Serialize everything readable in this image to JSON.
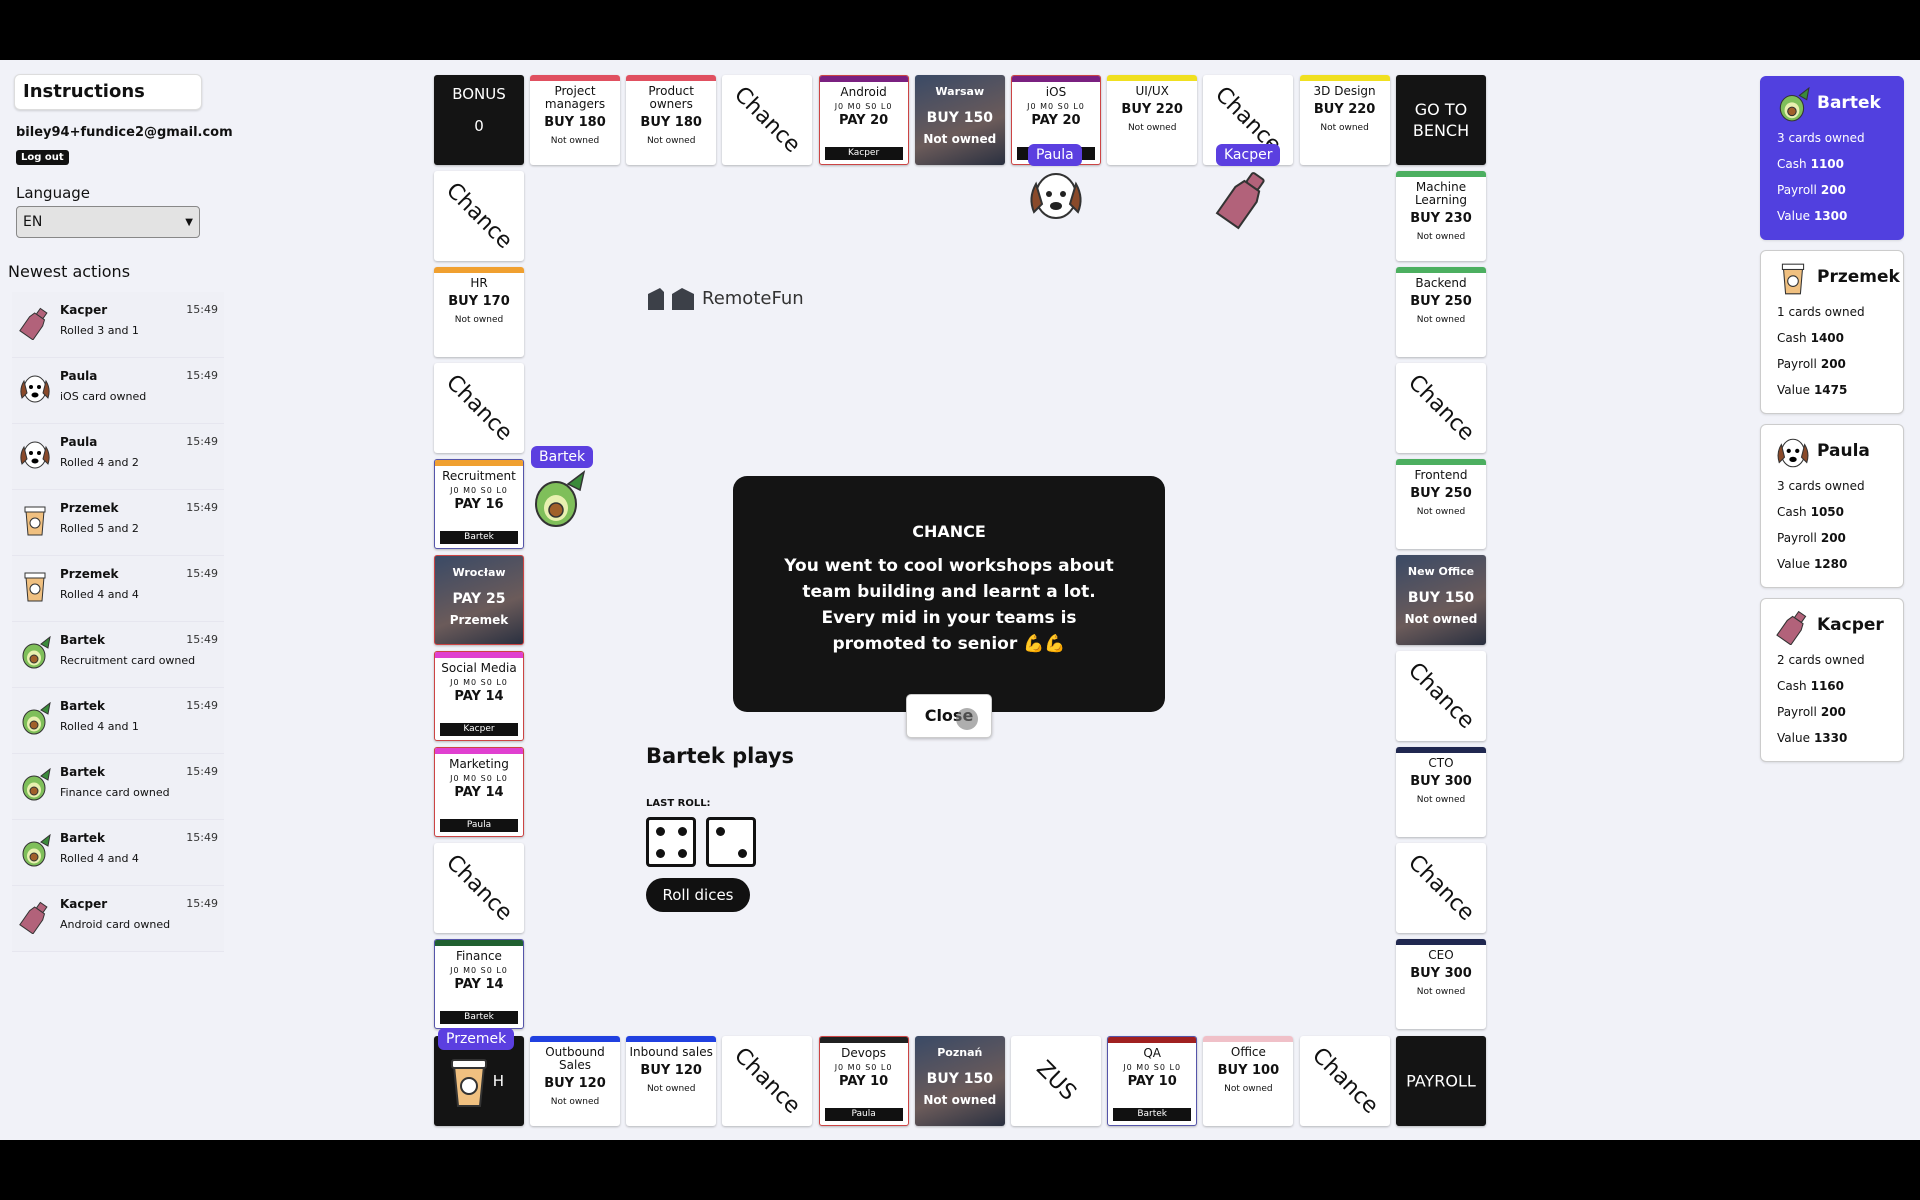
{
  "sidebar": {
    "instructions_label": "Instructions",
    "email": "biley94+fundice2@gmail.com",
    "logout_label": "Log out",
    "language_label": "Language",
    "language_value": "EN",
    "newest_actions_label": "Newest actions",
    "actions": [
      {
        "player": "Kacper",
        "time": "15:49",
        "text": "Rolled 3 and 1",
        "avatar": "bottle-icon"
      },
      {
        "player": "Paula",
        "time": "15:49",
        "text": "iOS card owned",
        "avatar": "dog-icon"
      },
      {
        "player": "Paula",
        "time": "15:49",
        "text": "Rolled 4 and 2",
        "avatar": "dog-icon"
      },
      {
        "player": "Przemek",
        "time": "15:49",
        "text": "Rolled 5 and 2",
        "avatar": "coffee-icon"
      },
      {
        "player": "Przemek",
        "time": "15:49",
        "text": "Rolled 4 and 4",
        "avatar": "coffee-icon"
      },
      {
        "player": "Bartek",
        "time": "15:49",
        "text": "Recruitment card owned",
        "avatar": "avocado-icon"
      },
      {
        "player": "Bartek",
        "time": "15:49",
        "text": "Rolled 4 and 1",
        "avatar": "avocado-icon"
      },
      {
        "player": "Bartek",
        "time": "15:49",
        "text": "Finance card owned",
        "avatar": "avocado-icon"
      },
      {
        "player": "Bartek",
        "time": "15:49",
        "text": "Rolled 4 and 4",
        "avatar": "avocado-icon"
      },
      {
        "player": "Kacper",
        "time": "15:49",
        "text": "Android card owned",
        "avatar": "bottle-icon"
      }
    ]
  },
  "board": {
    "bonus_label": "BONUS",
    "bonus_value": "0",
    "go_to_bench": "GO TO BENCH",
    "payroll": "PAYROLL",
    "chance": "Chance",
    "zus": "ZUS",
    "logo_text": "RemoteFun",
    "levels": "J0 M0 S0 L0",
    "top": [
      {
        "name": "Project managers",
        "price": "BUY 180",
        "owner": "Not owned",
        "color": "#e05060"
      },
      {
        "name": "Product owners",
        "price": "BUY 180",
        "owner": "Not owned",
        "color": "#e05060"
      },
      {
        "name": "Android",
        "price": "PAY 20",
        "owner": "Kacper",
        "color": "#7a2080"
      },
      {
        "name": "Warsaw",
        "price": "BUY 150",
        "owner": "Not owned"
      },
      {
        "name": "iOS",
        "price": "PAY 20",
        "owner": "Paula",
        "color": "#7a2080"
      },
      {
        "name": "UI/UX",
        "price": "BUY 220",
        "owner": "Not owned",
        "color": "#f0e020"
      },
      {
        "name": "3D Design",
        "price": "BUY 220",
        "owner": "Not owned",
        "color": "#f0e020"
      }
    ],
    "right": [
      {
        "name": "Machine Learning",
        "price": "BUY 230",
        "owner": "Not owned",
        "color": "#4caf60"
      },
      {
        "name": "Backend",
        "price": "BUY 250",
        "owner": "Not owned",
        "color": "#4caf60"
      },
      {
        "name": "Frontend",
        "price": "BUY 250",
        "owner": "Not owned",
        "color": "#4caf60"
      },
      {
        "name": "New Office",
        "price": "BUY 150",
        "owner": "Not owned"
      },
      {
        "name": "CTO",
        "price": "BUY 300",
        "owner": "Not owned",
        "color": "#202850"
      },
      {
        "name": "CEO",
        "price": "BUY 300",
        "owner": "Not owned",
        "color": "#202850"
      }
    ],
    "left": [
      {
        "name": "HR",
        "price": "BUY 170",
        "owner": "Not owned",
        "color": "#f0a030"
      },
      {
        "name": "Recruitment",
        "price": "PAY 16",
        "owner": "Bartek",
        "color": "#f0a030"
      },
      {
        "name": "Wrocław",
        "price": "PAY 25",
        "owner": "Przemek"
      },
      {
        "name": "Social Media",
        "price": "PAY 14",
        "owner": "Kacper",
        "color": "#e040d0"
      },
      {
        "name": "Marketing",
        "price": "PAY 14",
        "owner": "Paula",
        "color": "#e040d0"
      },
      {
        "name": "Finance",
        "price": "PAY 14",
        "owner": "Bartek",
        "color": "#206030"
      }
    ],
    "bottom": [
      {
        "name": "Outbound Sales",
        "price": "BUY 120",
        "owner": "Not owned",
        "color": "#2040e0"
      },
      {
        "name": "Inbound sales",
        "price": "BUY 120",
        "owner": "Not owned",
        "color": "#2040e0"
      },
      {
        "name": "Devops",
        "price": "PAY 10",
        "owner": "Paula",
        "color": "#202020"
      },
      {
        "name": "Poznań",
        "price": "BUY 150",
        "owner": "Not owned"
      },
      {
        "name": "QA",
        "price": "PAY 10",
        "owner": "Bartek",
        "color": "#a02020"
      },
      {
        "name": "Office",
        "price": "BUY 100",
        "owner": "Not owned",
        "color": "#f0c0c8"
      }
    ],
    "corner_partial": "H"
  },
  "tokens": {
    "paula": "Paula",
    "kacper": "Kacper",
    "bartek": "Bartek",
    "przemek": "Przemek"
  },
  "modal": {
    "title": "CHANCE",
    "body": "You went to cool workshops about team building and learnt a lot. Every mid in your teams is promoted to senior 💪💪",
    "close_label": "Close"
  },
  "turn": {
    "plays_label": "Bartek plays",
    "last_roll_label": "LAST ROLL:",
    "dice": [
      4,
      2
    ],
    "roll_label": "Roll dices"
  },
  "players": [
    {
      "name": "Bartek",
      "cards": "3 cards owned",
      "cash_label": "Cash",
      "cash": "1100",
      "payroll_label": "Payroll",
      "payroll": "200",
      "value_label": "Value",
      "value": "1300",
      "active": true
    },
    {
      "name": "Przemek",
      "cards": "1 cards owned",
      "cash_label": "Cash",
      "cash": "1400",
      "payroll_label": "Payroll",
      "payroll": "200",
      "value_label": "Value",
      "value": "1475",
      "active": false
    },
    {
      "name": "Paula",
      "cards": "3 cards owned",
      "cash_label": "Cash",
      "cash": "1050",
      "payroll_label": "Payroll",
      "payroll": "200",
      "value_label": "Value",
      "value": "1280",
      "active": false
    },
    {
      "name": "Kacper",
      "cards": "2 cards owned",
      "cash_label": "Cash",
      "cash": "1160",
      "payroll_label": "Payroll",
      "payroll": "200",
      "value_label": "Value",
      "value": "1330",
      "active": false
    }
  ],
  "colors": {
    "accent": "#5140df",
    "dark": "#141414",
    "background": "#f1f2f8"
  }
}
